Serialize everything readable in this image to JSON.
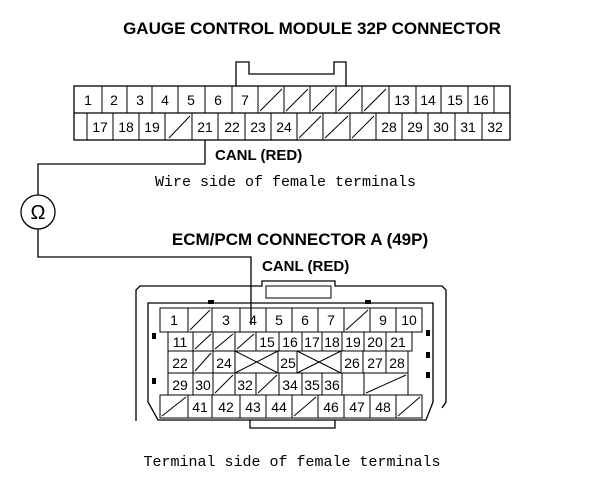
{
  "top_connector": {
    "title": "GAUGE CONTROL MODULE 32P CONNECTOR",
    "row1": [
      "1",
      "2",
      "3",
      "4",
      "5",
      "6",
      "7",
      "",
      "",
      "",
      "",
      "",
      "13",
      "14",
      "15",
      "16"
    ],
    "row2": [
      "",
      "17",
      "18",
      "19",
      "",
      "21",
      "22",
      "23",
      "24",
      "",
      "",
      "",
      "28",
      "29",
      "30",
      "31",
      "32"
    ],
    "probe_label": "CANL (RED)",
    "view_caption": "Wire side of female terminals"
  },
  "meter": {
    "symbol": "Ω"
  },
  "bottom_connector": {
    "title": "ECM/PCM CONNECTOR A (49P)",
    "probe_label": "CANL (RED)",
    "row1": [
      "1",
      "",
      "3",
      "4",
      "5",
      "6",
      "7",
      "",
      "9",
      "10"
    ],
    "row2": [
      "11",
      "",
      "",
      "15",
      "16",
      "17",
      "18",
      "19",
      "20",
      "21"
    ],
    "row3": [
      "22",
      "24",
      "25",
      "26",
      "27",
      "28"
    ],
    "row4": [
      "29",
      "30",
      "",
      "32",
      "",
      "34",
      "35",
      "36"
    ],
    "row5": [
      "",
      "41",
      "42",
      "43",
      "44",
      "",
      "46",
      "47",
      "48",
      ""
    ],
    "view_caption": "Terminal side of female terminals"
  }
}
